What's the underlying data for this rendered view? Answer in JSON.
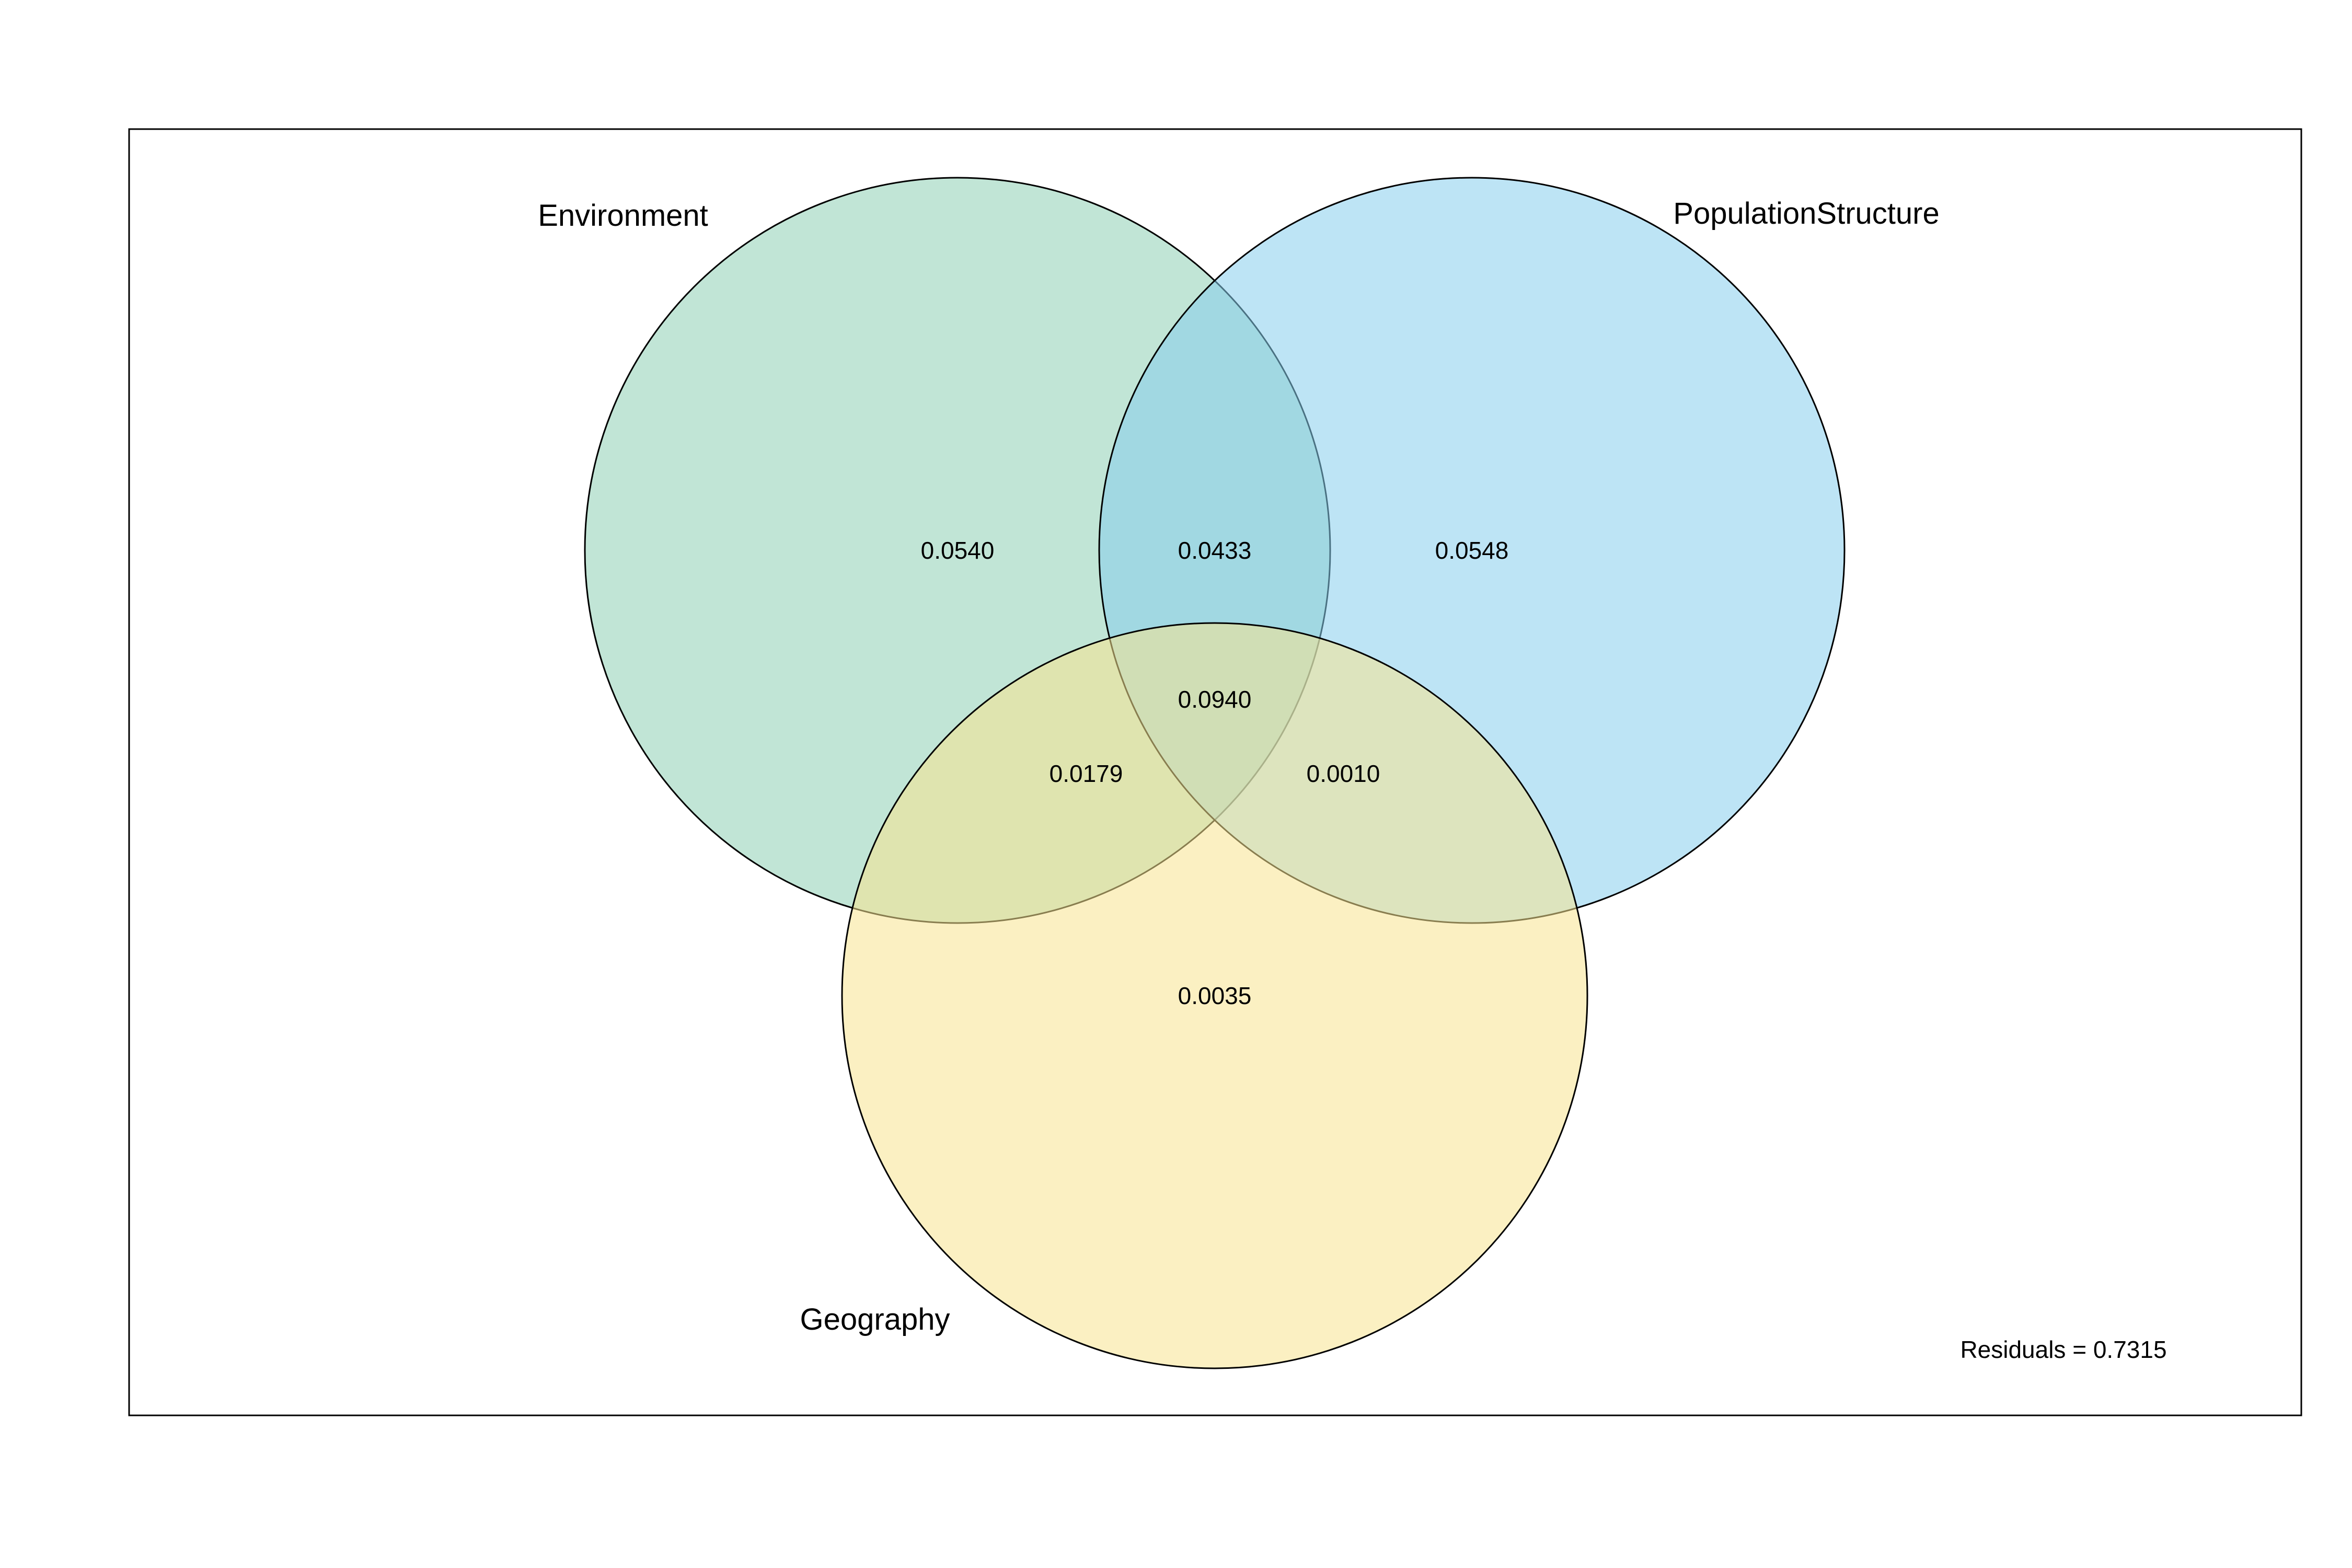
{
  "chart_data": {
    "type": "venn",
    "sets": [
      {
        "key": "A",
        "name": "Environment",
        "color": "#8ECFB5"
      },
      {
        "key": "B",
        "name": "PopulationStructure",
        "color": "#86CDEC"
      },
      {
        "key": "C",
        "name": "Geography",
        "color": "#F8E38F"
      }
    ],
    "regions": [
      {
        "sets": [
          "Environment"
        ],
        "value": "0.0540"
      },
      {
        "sets": [
          "Environment",
          "PopulationStructure"
        ],
        "value": "0.0433"
      },
      {
        "sets": [
          "PopulationStructure"
        ],
        "value": "0.0548"
      },
      {
        "sets": [
          "Environment",
          "PopulationStructure",
          "Geography"
        ],
        "value": "0.0940"
      },
      {
        "sets": [
          "Environment",
          "Geography"
        ],
        "value": "0.0179"
      },
      {
        "sets": [
          "PopulationStructure",
          "Geography"
        ],
        "value": "0.0010"
      },
      {
        "sets": [
          "Geography"
        ],
        "value": "0.0035"
      }
    ],
    "residuals_label": "Residuals = 0.7315"
  }
}
